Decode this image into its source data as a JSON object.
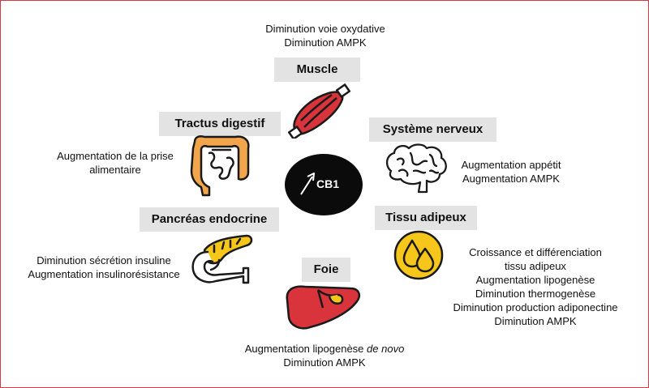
{
  "center": {
    "label": "CB1"
  },
  "muscle": {
    "title": "Muscle",
    "effects": [
      "Diminution voie oxydative",
      "Diminution AMPK"
    ]
  },
  "digestive": {
    "title": "Tractus digestif",
    "effects": [
      "Augmentation de la prise",
      "alimentaire"
    ]
  },
  "nervous": {
    "title": "Système nerveux",
    "effects": [
      "Augmentation appétit",
      "Augmentation AMPK"
    ]
  },
  "pancreas": {
    "title": "Pancréas endocrine",
    "effects": [
      "Diminution sécrétion insuline",
      "Augmentation insulinorésistance"
    ]
  },
  "adipose": {
    "title": "Tissu adipeux",
    "effects": [
      "Croissance et différenciation",
      "tissu adipeux",
      "Augmentation lipogenèse",
      "Diminution thermogenèse",
      "Diminution production adiponectine",
      "Diminution AMPK"
    ]
  },
  "liver": {
    "title": "Foie",
    "effects_line1_prefix": "Augmentation lipogenèse ",
    "effects_line1_italic": "de novo",
    "effects_line2": "Diminution AMPK"
  },
  "colors": {
    "frame": "#d23a4a",
    "label_bg": "#e3e3e3",
    "organ_red": "#d9343b",
    "organ_orange": "#f2a54a",
    "organ_yellow": "#f6c61b"
  }
}
